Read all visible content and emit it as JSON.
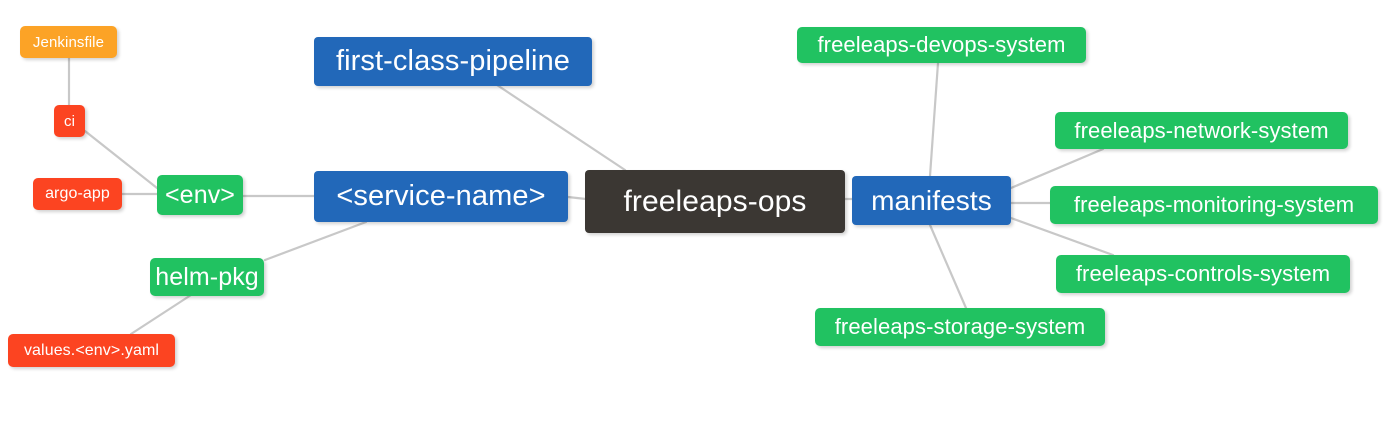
{
  "diagram": {
    "type": "mindmap",
    "title": "freeleaps-ops",
    "background_color": "#ffffff",
    "edge_color": "#c8c8c8",
    "palette": {
      "root": "#3b3733",
      "blue": "#2268b9",
      "green": "#21c261",
      "orange": "#fca326",
      "red": "#fc4421"
    }
  },
  "nodes": {
    "root": {
      "label": "freeleaps-ops",
      "color": "#3b3733"
    },
    "service_name": {
      "label": "<service-name>",
      "color": "#2268b9"
    },
    "first_class_pipeline": {
      "label": "first-class-pipeline",
      "color": "#2268b9"
    },
    "manifests": {
      "label": "manifests",
      "color": "#2268b9"
    },
    "env": {
      "label": "<env>",
      "color": "#21c261"
    },
    "helm_pkg": {
      "label": "helm-pkg",
      "color": "#21c261"
    },
    "jenkinsfile": {
      "label": "Jenkinsfile",
      "color": "#fca326"
    },
    "ci": {
      "label": "ci",
      "color": "#fc4421"
    },
    "argo_app": {
      "label": "argo-app",
      "color": "#fc4421"
    },
    "values_yaml": {
      "label": "values.<env>.yaml",
      "color": "#fc4421"
    },
    "devops_system": {
      "label": "freeleaps-devops-system",
      "color": "#21c261"
    },
    "network_system": {
      "label": "freeleaps-network-system",
      "color": "#21c261"
    },
    "monitoring_system": {
      "label": "freeleaps-monitoring-system",
      "color": "#21c261"
    },
    "controls_system": {
      "label": "freeleaps-controls-system",
      "color": "#21c261"
    },
    "storage_system": {
      "label": "freeleaps-storage-system",
      "color": "#21c261"
    }
  },
  "edges": [
    {
      "from": "jenkinsfile",
      "to": "ci"
    },
    {
      "from": "ci",
      "to": "env"
    },
    {
      "from": "argo_app",
      "to": "env"
    },
    {
      "from": "env",
      "to": "service_name"
    },
    {
      "from": "helm_pkg",
      "to": "service_name"
    },
    {
      "from": "values_yaml",
      "to": "helm_pkg"
    },
    {
      "from": "service_name",
      "to": "root"
    },
    {
      "from": "first_class_pipeline",
      "to": "root"
    },
    {
      "from": "root",
      "to": "manifests"
    },
    {
      "from": "manifests",
      "to": "devops_system"
    },
    {
      "from": "manifests",
      "to": "network_system"
    },
    {
      "from": "manifests",
      "to": "monitoring_system"
    },
    {
      "from": "manifests",
      "to": "controls_system"
    },
    {
      "from": "manifests",
      "to": "storage_system"
    }
  ]
}
